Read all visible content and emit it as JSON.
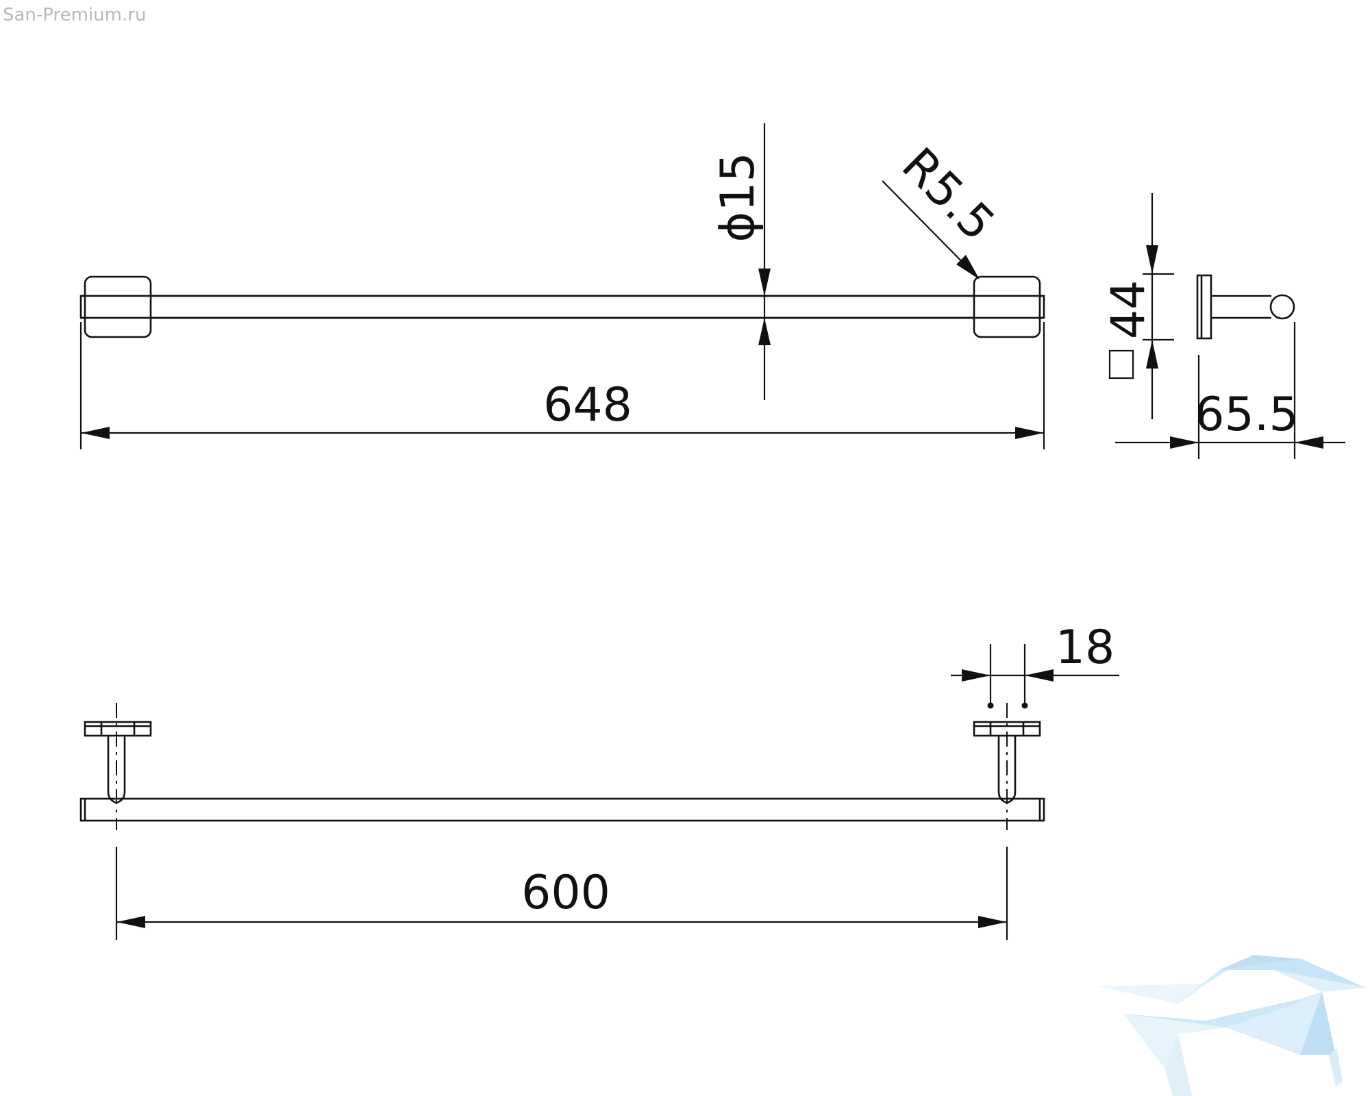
{
  "watermark": {
    "text": "San-Premium.ru"
  },
  "dimensions": {
    "overall_length": "648",
    "bar_diameter": "ϕ15",
    "corner_radius": "R5.5",
    "base_size": "44",
    "square_symbol": "□",
    "projection": "65.5",
    "post_spacing": "600",
    "post_diameter": "18"
  },
  "colors": {
    "line": "#111111",
    "watermark_text": "#b9b9b9",
    "logo_light": "#d6ecf8",
    "logo_mid": "#a9d5f0"
  }
}
